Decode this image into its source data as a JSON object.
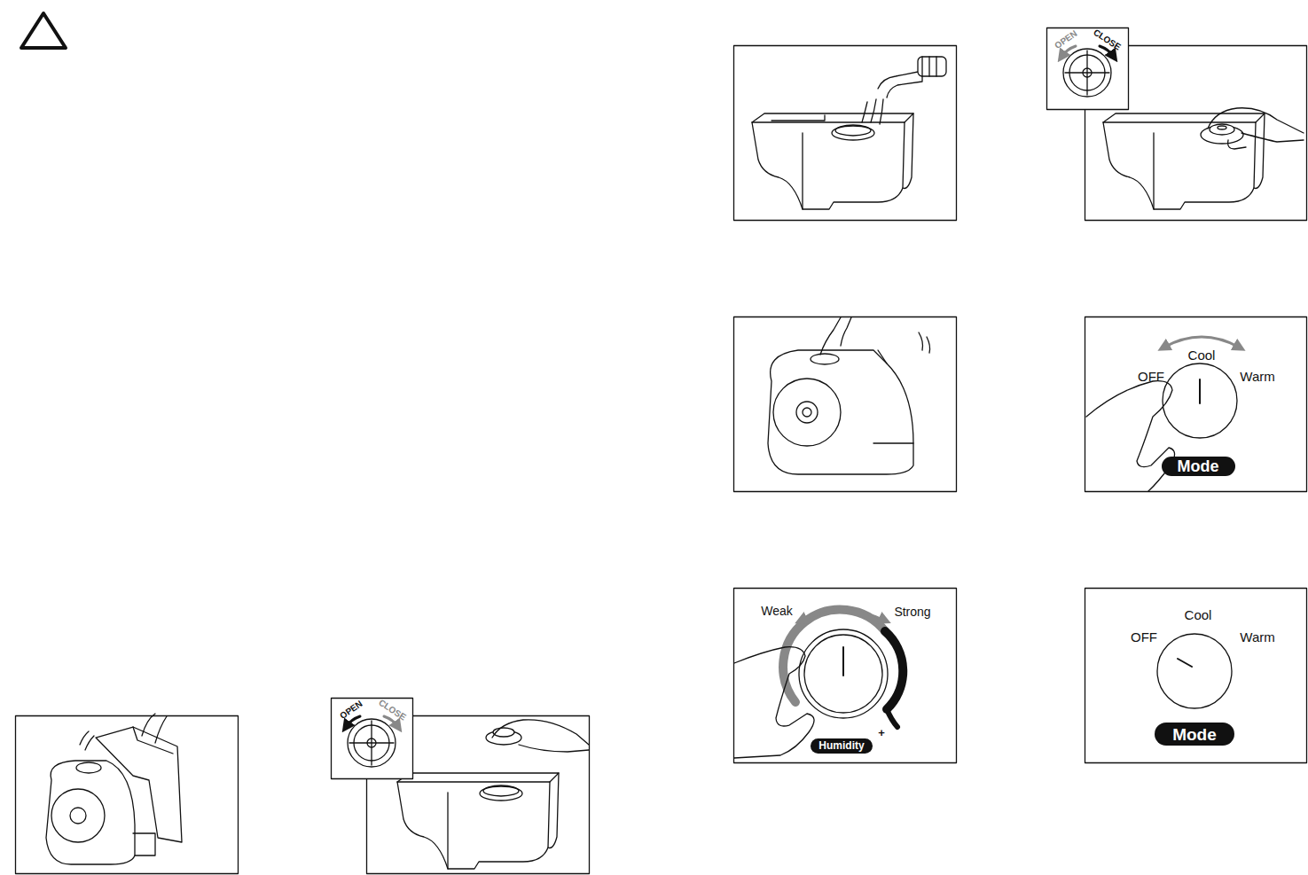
{
  "diagram": {
    "nodes": [
      {
        "text": [
          "Mode"
        ]
      },
      {
        "text": [
          "Humidity"
        ]
      },
      {
        "text": [
          "Mode"
        ]
      }
    ],
    "labels": [
      "OPEN",
      "CLOSE",
      "Cool",
      "OFF",
      "Warm",
      "Weak",
      "Strong",
      "+",
      "Cool",
      "OFF",
      "Warm",
      "OPEN",
      "CLOSE"
    ]
  }
}
